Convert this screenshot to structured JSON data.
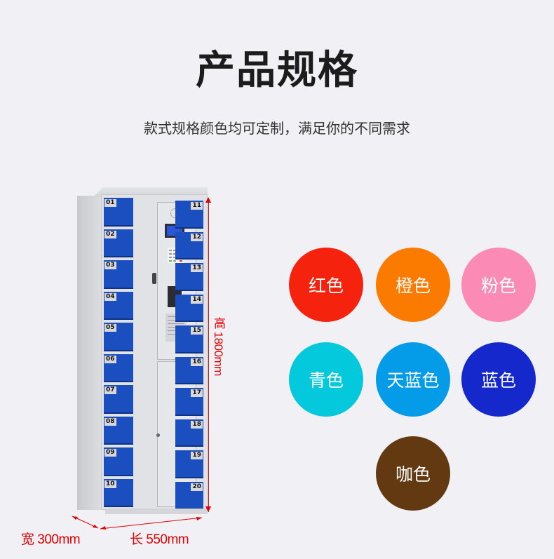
{
  "header": {
    "title": "产品规格",
    "subtitle": "款式规格颜色均可定制，满足你的不同需求"
  },
  "product": {
    "left_doors": [
      "01",
      "02",
      "03",
      "04",
      "05",
      "06",
      "07",
      "08",
      "09",
      "10"
    ],
    "right_doors": [
      "11",
      "12",
      "13",
      "14",
      "15",
      "16",
      "17",
      "18",
      "19",
      "20"
    ],
    "door_color": "#1b4fbf"
  },
  "dimensions": {
    "height": "高 1800mm",
    "width": "宽 300mm",
    "length": "长 550mm",
    "line_color": "#e00000"
  },
  "colors": [
    {
      "label": "红色",
      "hex": "#f5230e"
    },
    {
      "label": "橙色",
      "hex": "#fb7a00"
    },
    {
      "label": "粉色",
      "hex": "#fb8ab4"
    },
    {
      "label": "青色",
      "hex": "#04c8dc"
    },
    {
      "label": "天蓝色",
      "hex": "#049ce8"
    },
    {
      "label": "蓝色",
      "hex": "#1428cc"
    },
    {
      "label": "咖色",
      "hex": "#623911"
    }
  ]
}
